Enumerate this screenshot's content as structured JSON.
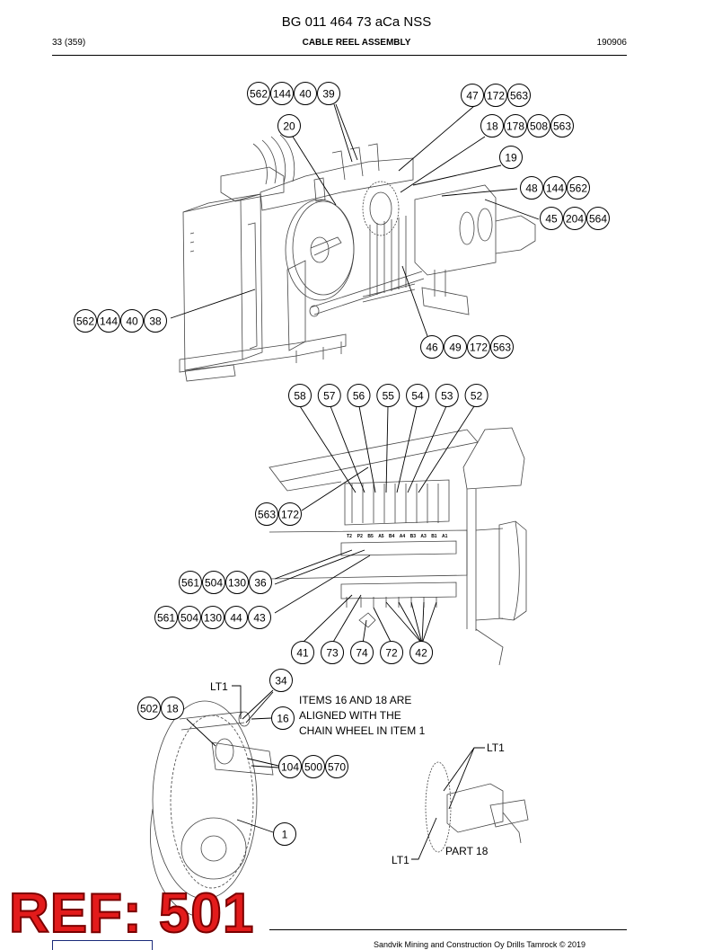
{
  "header": {
    "doc_number": "BG 011 464 73 aCa NSS",
    "page": "33 (359)",
    "title": "CABLE REEL ASSEMBLY",
    "date": "190906"
  },
  "callouts": {
    "top": {
      "g1": [
        "562",
        "144",
        "40",
        "39"
      ],
      "g2": [
        "47",
        "172",
        "563"
      ],
      "g3": [
        "20"
      ],
      "g4": [
        "18",
        "178",
        "508",
        "563"
      ],
      "g5": [
        "19"
      ],
      "g6": [
        "48",
        "144",
        "562"
      ],
      "g7": [
        "45",
        "204",
        "564"
      ],
      "g8": [
        "562",
        "144",
        "40",
        "38"
      ],
      "g9": [
        "46",
        "49",
        "172",
        "563"
      ]
    },
    "middle": {
      "row": [
        "58",
        "57",
        "56",
        "55",
        "54",
        "53",
        "52"
      ],
      "g1": [
        "563",
        "172"
      ],
      "g2": [
        "561",
        "504",
        "130",
        "36"
      ],
      "g3": [
        "561",
        "504",
        "130",
        "44",
        "43"
      ],
      "bottom": [
        "41",
        "73",
        "74",
        "72",
        "42"
      ]
    },
    "bottom": {
      "g1": [
        "34"
      ],
      "g2": [
        "502",
        "18"
      ],
      "g3": [
        "16"
      ],
      "g4": [
        "104",
        "500",
        "570"
      ],
      "g5": [
        "1"
      ]
    }
  },
  "labels": {
    "lt1_a": "LT1",
    "lt1_b": "LT1",
    "lt1_c": "LT1",
    "note_line1": "ITEMS 16 AND 18 ARE",
    "note_line2": "ALIGNED WITH THE",
    "note_line3": "CHAIN WHEEL IN ITEM 1",
    "part18": "PART 18",
    "valve_tags": [
      "T2",
      "P2",
      "B5",
      "A5",
      "B4",
      "A4",
      "B3",
      "A3",
      "B1",
      "A1"
    ]
  },
  "ref_stamp": "REF: 501",
  "footer": {
    "copyright": "Sandvik Mining and Construction Oy Drills Tamrock © 2019"
  },
  "colors": {
    "ref_red": "#e31b1b",
    "ink": "#000000"
  }
}
